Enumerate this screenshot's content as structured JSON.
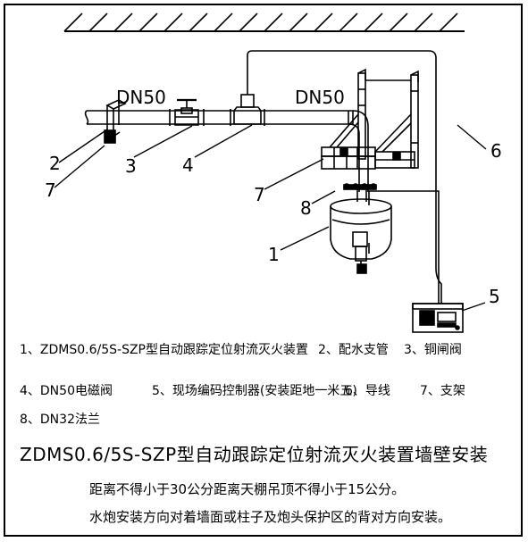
{
  "labels": {
    "dn50_left": "DN50",
    "dn50_right": "DN50",
    "n1": "1",
    "n2": "2",
    "n3": "3",
    "n4": "4",
    "n5": "5",
    "n6": "6",
    "n7a": "7",
    "n7b": "7",
    "n8": "8"
  },
  "legend": {
    "l1": "1、ZDMS0.6/5S-SZP型自动跟踪定位射流灭火装置",
    "l2": "2、配水支管",
    "l3": "3、铜闸阀",
    "l4": "4、DN50电磁阀",
    "l5": "5、现场编码控制器(安装距地一米五)",
    "l6": "6、导线",
    "l7": "7、支架",
    "l8": "8、DN32法兰"
  },
  "footer": {
    "title": "ZDMS0.6/5S-SZP型自动跟踪定位射流灭火装置墙壁安装",
    "line1": "距离不得小于30公分距离天棚吊顶不得小于15公分。",
    "line2": "水炮安装方向对着墙面或柱子及炮头保护区的背对方向安装。"
  }
}
